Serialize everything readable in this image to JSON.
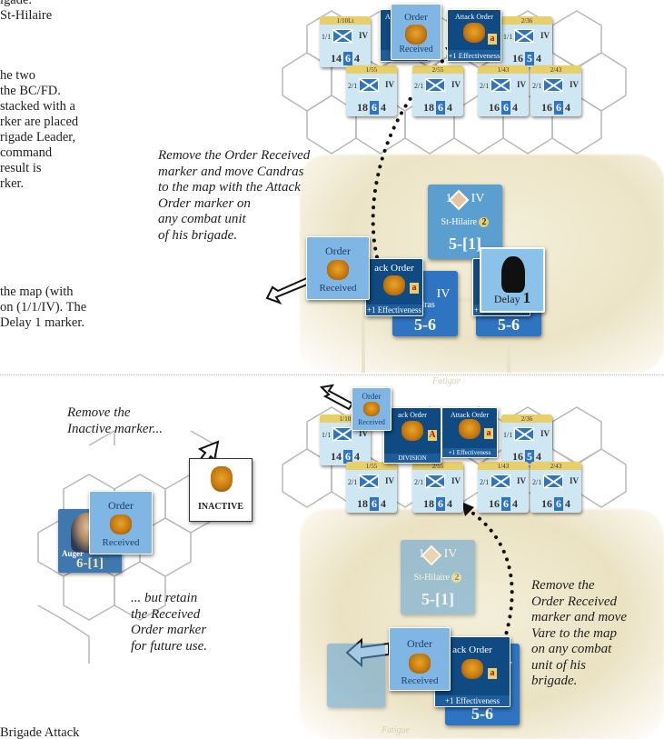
{
  "left_column": {
    "top_block_1": [
      "igade.",
      "St-Hilaire"
    ],
    "top_block_2": [
      "he two",
      "the BC/FD.",
      "stacked with a",
      "rker are placed",
      "rigade Leader,",
      "command",
      "result is",
      "rker."
    ],
    "top_block_3": [
      "the map (with",
      "on (1/1/IV). The",
      "Delay 1 marker."
    ],
    "bottom_line": "Brigade Attack"
  },
  "captions": {
    "top_middle": [
      "Remove the Order Received",
      "marker and move Candras",
      "to the map with the Attack",
      "Order marker on",
      "any combat unit",
      "of his brigade."
    ],
    "bottom_left_1": [
      "Remove the",
      "Inactive marker..."
    ],
    "bottom_left_2": [
      "... but retain",
      "the Received",
      "Order marker",
      "for future use."
    ],
    "bottom_right": [
      "Remove the",
      "Order Received",
      "marker and move",
      "Vare to the map",
      "on any combat",
      "unit of his",
      "brigade."
    ]
  },
  "markers": {
    "order_line1": "Order",
    "order_line2": "Received",
    "attack_title": "Attack Order",
    "attack_title_cut": "ack Order",
    "effectiveness": "+1 Effectiveness",
    "division": "DIVISION",
    "inactive": "INACTIVE",
    "delay_word": "Delay",
    "delay_value": "1",
    "letter_a": "a",
    "letter_A": "A"
  },
  "brigade_counter": {
    "corps": "IV",
    "num": "1",
    "name": "St-Hilaire",
    "badge": "2",
    "value": "5-[1]"
  },
  "leader": {
    "name": "Auger",
    "value": "6-[1]"
  },
  "candras_counter": {
    "corps": "IV",
    "name": "ndras",
    "value": "5-6"
  },
  "units_top": [
    {
      "id": "1/10Lt",
      "bde": "1/1",
      "corps": "IV",
      "a": "14",
      "b": "6",
      "c": "4"
    },
    {
      "id": "2/36",
      "bde": "1/1",
      "corps": "IV",
      "a": "16",
      "b": "5",
      "c": "4"
    },
    {
      "id": "1/55",
      "bde": "2/1",
      "corps": "IV",
      "a": "18",
      "b": "6",
      "c": "4"
    },
    {
      "id": "2/55",
      "bde": "2/1",
      "corps": "IV",
      "a": "18",
      "b": "6",
      "c": "4"
    },
    {
      "id": "1/43",
      "bde": "2/1",
      "corps": "IV",
      "a": "16",
      "b": "6",
      "c": "4"
    },
    {
      "id": "2/43",
      "bde": "2/1",
      "corps": "IV",
      "a": "16",
      "b": "6",
      "c": "4"
    }
  ],
  "units_bottom": [
    {
      "id": "1/10",
      "bde": "1/1",
      "corps": "IV",
      "a": "14",
      "b": "6",
      "c": "4"
    },
    {
      "id": "2/36",
      "bde": "1/1",
      "corps": "IV",
      "a": "16",
      "b": "5",
      "c": "4"
    },
    {
      "id": "1/55",
      "bde": "2/1",
      "corps": "IV",
      "a": "18",
      "b": "6",
      "c": "4"
    },
    {
      "id": "2/55",
      "bde": "2/1",
      "corps": "IV",
      "a": "18",
      "b": "6",
      "c": "4"
    },
    {
      "id": "1/43",
      "bde": "2/1",
      "corps": "IV",
      "a": "16",
      "b": "6",
      "c": "4"
    },
    {
      "id": "2/43",
      "bde": "2/1",
      "corps": "IV",
      "a": "16",
      "b": "6",
      "c": "4"
    }
  ],
  "map_labels": {
    "fatigue_top": "Fatigue",
    "fatigue_bottom": "Fatigue"
  },
  "colors": {
    "counter_blue": "#5b9fd0",
    "marker_dark": "#0f4a82",
    "marker_light": "#7fb6e3",
    "hex_line": "#b8b8b8"
  }
}
